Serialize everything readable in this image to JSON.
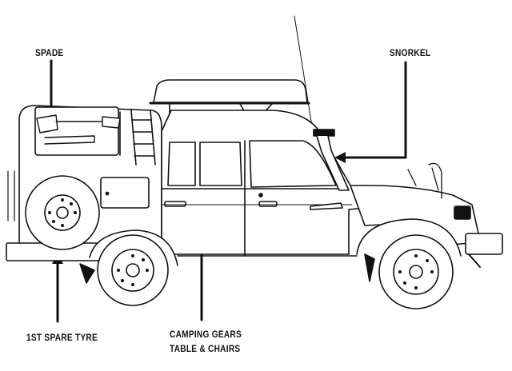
{
  "labels": {
    "spade": "SPADE",
    "snorkel": "SNORKEL",
    "spare_tyre": "1ST SPARE TYRE",
    "camping_line1": "CAMPING GEARS",
    "camping_line2": "TABLE & CHAIRS"
  },
  "colors": {
    "ink": "#111111",
    "paper": "#ffffff",
    "accent_fill": "#1a1a1a"
  }
}
